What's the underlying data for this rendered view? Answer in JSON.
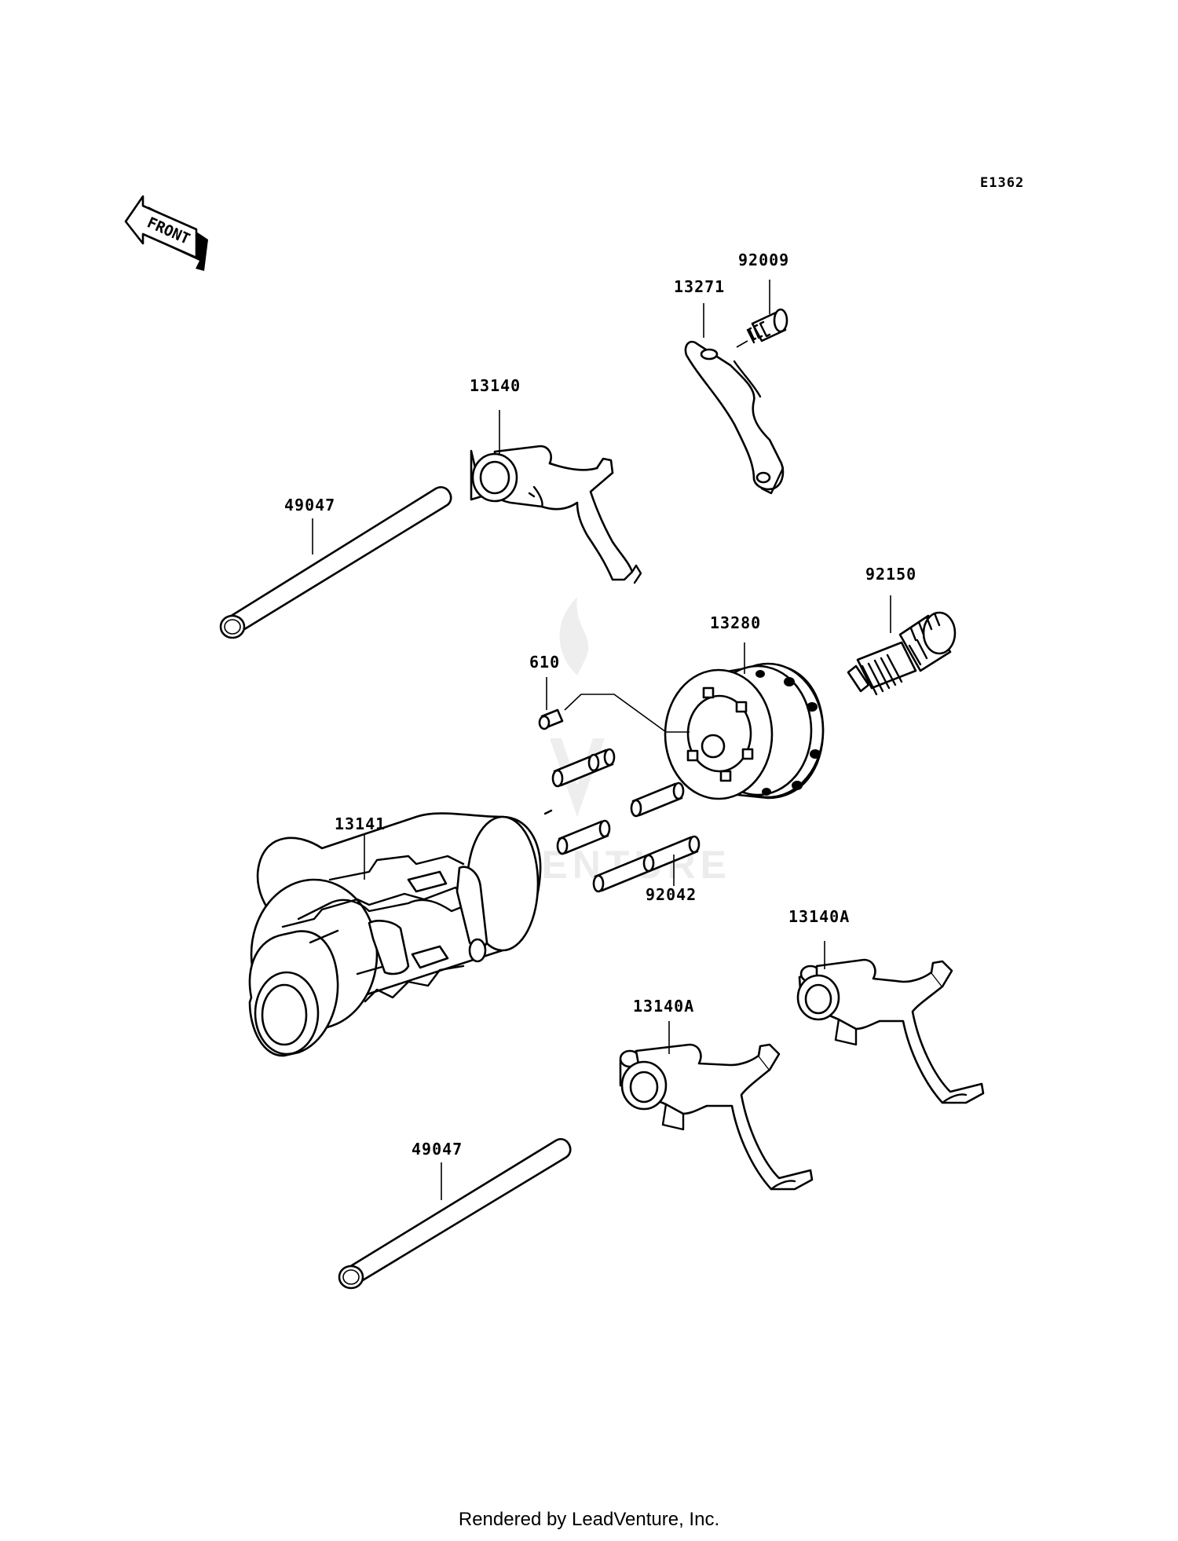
{
  "diagram": {
    "code": "E1362",
    "front_label": "FRONT",
    "watermark": "LEADVENTURE",
    "footer": "Rendered by LeadVenture, Inc.",
    "callouts": [
      {
        "id": "92009"
      },
      {
        "id": "13271"
      },
      {
        "id": "13140"
      },
      {
        "id": "49047"
      },
      {
        "id": "92150"
      },
      {
        "id": "13280"
      },
      {
        "id": "610"
      },
      {
        "id": "13141"
      },
      {
        "id": "92042"
      },
      {
        "id": "13140A"
      },
      {
        "id": "13140A"
      },
      {
        "id": "49047"
      }
    ]
  }
}
